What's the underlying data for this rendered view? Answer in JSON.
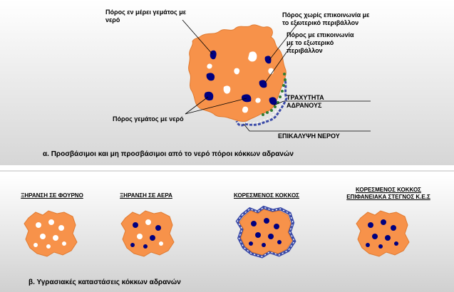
{
  "panel_a": {
    "label_partially_filled": "Πόρος εν μέρει γεμάτος με",
    "label_partially_filled_2": "νερό",
    "label_no_communication": "Πόρος χωρίς επικοινωνία με",
    "label_no_communication_2": "το εξωτερικό περιβάλλον",
    "label_with_communication": "Πόρος με επικοινωνία",
    "label_with_communication_2": "με το εξωτερικό",
    "label_with_communication_3": "περιβάλλον",
    "label_full_water": "Πόρος γεμάτος με νερό",
    "label_roughness": "ΤΡΑΧΥΤΗΤΑ",
    "label_roughness_2": "ΑΔΡΑΝΟΥΣ",
    "label_water_coating": "ΕΠΙΚΑΛΥΨΗ ΝΕΡΟΥ",
    "caption": "α. Προσβάσιμοι και μη προσβάσιμοι από το νερό πόροι  κόκκων αδρανών"
  },
  "panel_b": {
    "states": [
      {
        "title": "ΞΗΡΑΝΣΗ ΣΕ ΦΟΥΡΝΟ"
      },
      {
        "title": "ΞΗΡΑΝΣΗ ΣΕ ΑΕΡΑ"
      },
      {
        "title": "ΚΟΡΕΣΜΕΝΟΣ ΚΟΚΚΟΣ"
      },
      {
        "title": "ΚΟΡΕΣΜΕΝΟΣ ΚΟΚΚΟΣ",
        "title_2": "ΕΠΙΦΑΝΕΙΑΚΑ  ΣΤΕΓΝΟΣ Κ.Ε.Σ"
      }
    ],
    "caption": "β.  Υγρασιακές καταστάσεις κόκκων αδρανών"
  },
  "colors": {
    "aggregate": "#f7924a",
    "pore_water": "#000080",
    "pore_dry": "#ffffff",
    "roughness_dots": "#2e7d32",
    "water_film": "#3a4aa8",
    "panel_background": "#dcdcdc"
  }
}
